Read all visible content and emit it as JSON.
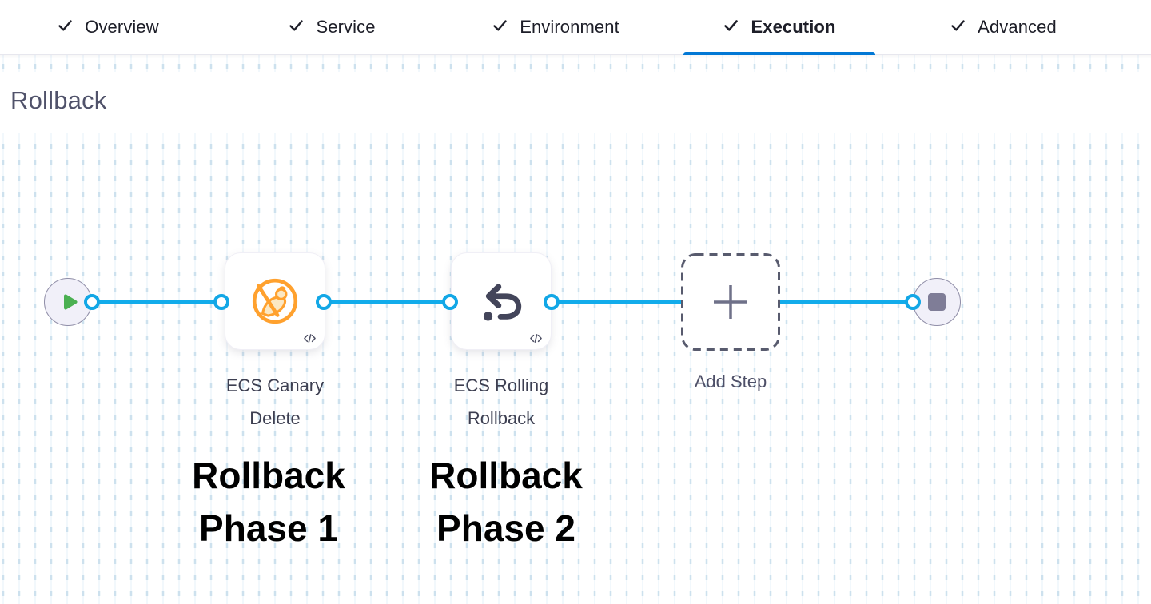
{
  "tabs": [
    {
      "label": "Overview",
      "active": false
    },
    {
      "label": "Service",
      "active": false
    },
    {
      "label": "Environment",
      "active": false
    },
    {
      "label": "Execution",
      "active": true
    },
    {
      "label": "Advanced",
      "active": false
    }
  ],
  "section_title": "Rollback",
  "pipeline": {
    "steps": [
      {
        "name": "ECS Canary Delete",
        "icon": "ecs-canary-delete-icon",
        "annotation": "Rollback Phase 1"
      },
      {
        "name": "ECS Rolling Rollback",
        "icon": "ecs-rolling-rollback-icon",
        "annotation": "Rollback Phase 2"
      }
    ],
    "add_step_label": "Add Step"
  },
  "icons": {
    "tab_check": "check-icon",
    "start_node": "play-icon",
    "end_node": "stop-icon",
    "step_code_badge": "code-icon",
    "add_step": "plus-icon"
  },
  "colors": {
    "active_tab_underline": "#0278d5",
    "connector_blue": "#12aceb",
    "canary_orange": "#ffa12e",
    "play_green": "#4bb052",
    "node_fill": "#f1f0f9",
    "node_border": "#908ea8",
    "icon_slate": "#43455a",
    "annotation_text": "#000000",
    "heading_text": "#50526a",
    "grid_dash": "#cde1ee"
  }
}
